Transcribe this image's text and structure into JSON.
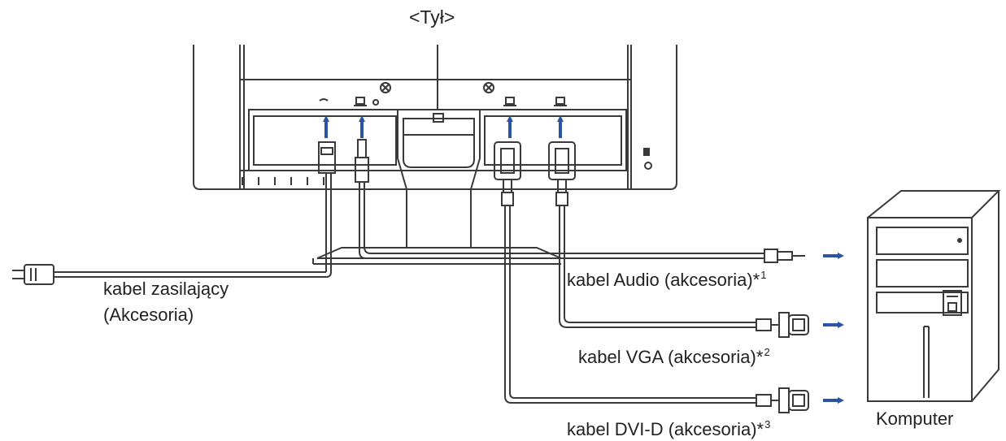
{
  "title": "<Tył>",
  "labels": {
    "power": {
      "line1": "kabel zasilający",
      "line2": "(Akcesoria)"
    },
    "audio": {
      "text": "kabel Audio (akcesoria)*",
      "note": "1"
    },
    "vga": {
      "text": "kabel VGA (akcesoria)*",
      "note": "2"
    },
    "dvi": {
      "text": "kabel DVI-D (akcesoria)*",
      "note": "3"
    },
    "computer": "Komputer"
  },
  "colors": {
    "arrow": "#2b55a3",
    "line": "#3a3a3a"
  },
  "icons": [
    "power-socket-icon",
    "audio-port-icon",
    "dvi-port-icon",
    "vga-port-icon",
    "kensington-lock-icon",
    "arrow-up-icon",
    "arrow-right-icon",
    "power-plug-icon",
    "computer-tower-icon"
  ]
}
